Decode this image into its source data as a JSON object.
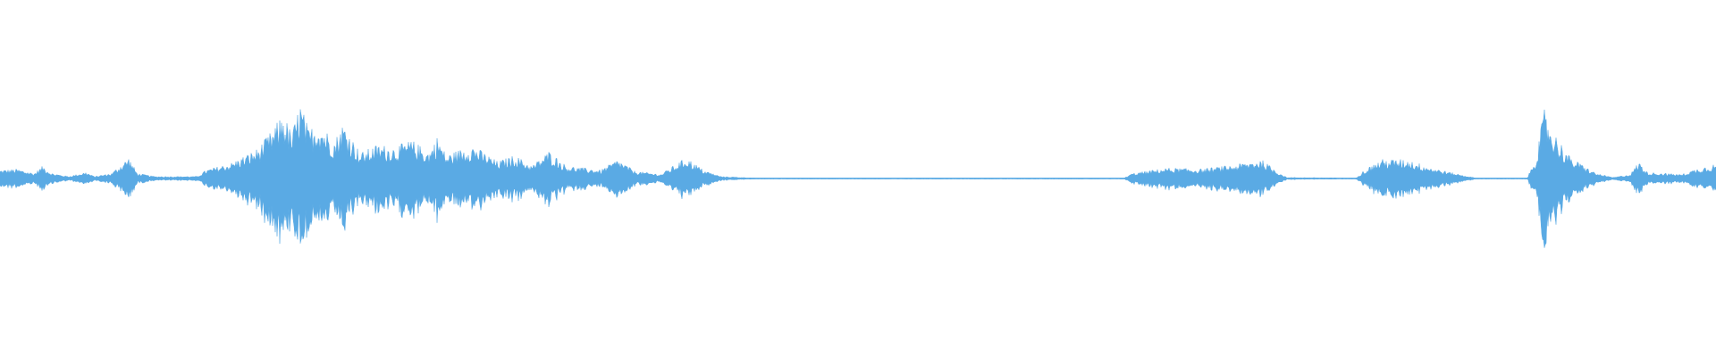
{
  "waveform": {
    "color": "#5aaae4",
    "background": "#ffffff",
    "envelope": [
      [
        0,
        0.08
      ],
      [
        0.01,
        0.09
      ],
      [
        0.02,
        0.05
      ],
      [
        0.025,
        0.12
      ],
      [
        0.03,
        0.05
      ],
      [
        0.04,
        0.02
      ],
      [
        0.05,
        0.06
      ],
      [
        0.055,
        0.02
      ],
      [
        0.065,
        0.05
      ],
      [
        0.075,
        0.2
      ],
      [
        0.08,
        0.05
      ],
      [
        0.09,
        0.02
      ],
      [
        0.115,
        0.02
      ],
      [
        0.12,
        0.08
      ],
      [
        0.135,
        0.15
      ],
      [
        0.15,
        0.28
      ],
      [
        0.16,
        0.48
      ],
      [
        0.165,
        0.62
      ],
      [
        0.17,
        0.42
      ],
      [
        0.175,
        0.72
      ],
      [
        0.18,
        0.45
      ],
      [
        0.185,
        0.55
      ],
      [
        0.195,
        0.36
      ],
      [
        0.2,
        0.53
      ],
      [
        0.21,
        0.24
      ],
      [
        0.22,
        0.32
      ],
      [
        0.23,
        0.3
      ],
      [
        0.24,
        0.36
      ],
      [
        0.25,
        0.25
      ],
      [
        0.255,
        0.4
      ],
      [
        0.26,
        0.22
      ],
      [
        0.275,
        0.32
      ],
      [
        0.29,
        0.16
      ],
      [
        0.3,
        0.22
      ],
      [
        0.31,
        0.12
      ],
      [
        0.32,
        0.26
      ],
      [
        0.33,
        0.12
      ],
      [
        0.35,
        0.08
      ],
      [
        0.36,
        0.18
      ],
      [
        0.37,
        0.07
      ],
      [
        0.385,
        0.04
      ],
      [
        0.4,
        0.2
      ],
      [
        0.41,
        0.08
      ],
      [
        0.42,
        0.02
      ],
      [
        0.44,
        0.005
      ],
      [
        0.5,
        0.004
      ],
      [
        0.6,
        0.004
      ],
      [
        0.655,
        0.005
      ],
      [
        0.66,
        0.05
      ],
      [
        0.68,
        0.1
      ],
      [
        0.7,
        0.09
      ],
      [
        0.72,
        0.13
      ],
      [
        0.735,
        0.18
      ],
      [
        0.745,
        0.06
      ],
      [
        0.75,
        0.01
      ],
      [
        0.79,
        0.005
      ],
      [
        0.795,
        0.08
      ],
      [
        0.805,
        0.18
      ],
      [
        0.82,
        0.18
      ],
      [
        0.835,
        0.1
      ],
      [
        0.845,
        0.06
      ],
      [
        0.86,
        0.005
      ],
      [
        0.89,
        0.005
      ],
      [
        0.895,
        0.2
      ],
      [
        0.9,
        0.65
      ],
      [
        0.905,
        0.45
      ],
      [
        0.915,
        0.2
      ],
      [
        0.93,
        0.05
      ],
      [
        0.94,
        0.01
      ],
      [
        0.95,
        0.04
      ],
      [
        0.955,
        0.16
      ],
      [
        0.96,
        0.06
      ],
      [
        0.98,
        0.04
      ],
      [
        0.99,
        0.1
      ],
      [
        1.0,
        0.14
      ]
    ]
  }
}
